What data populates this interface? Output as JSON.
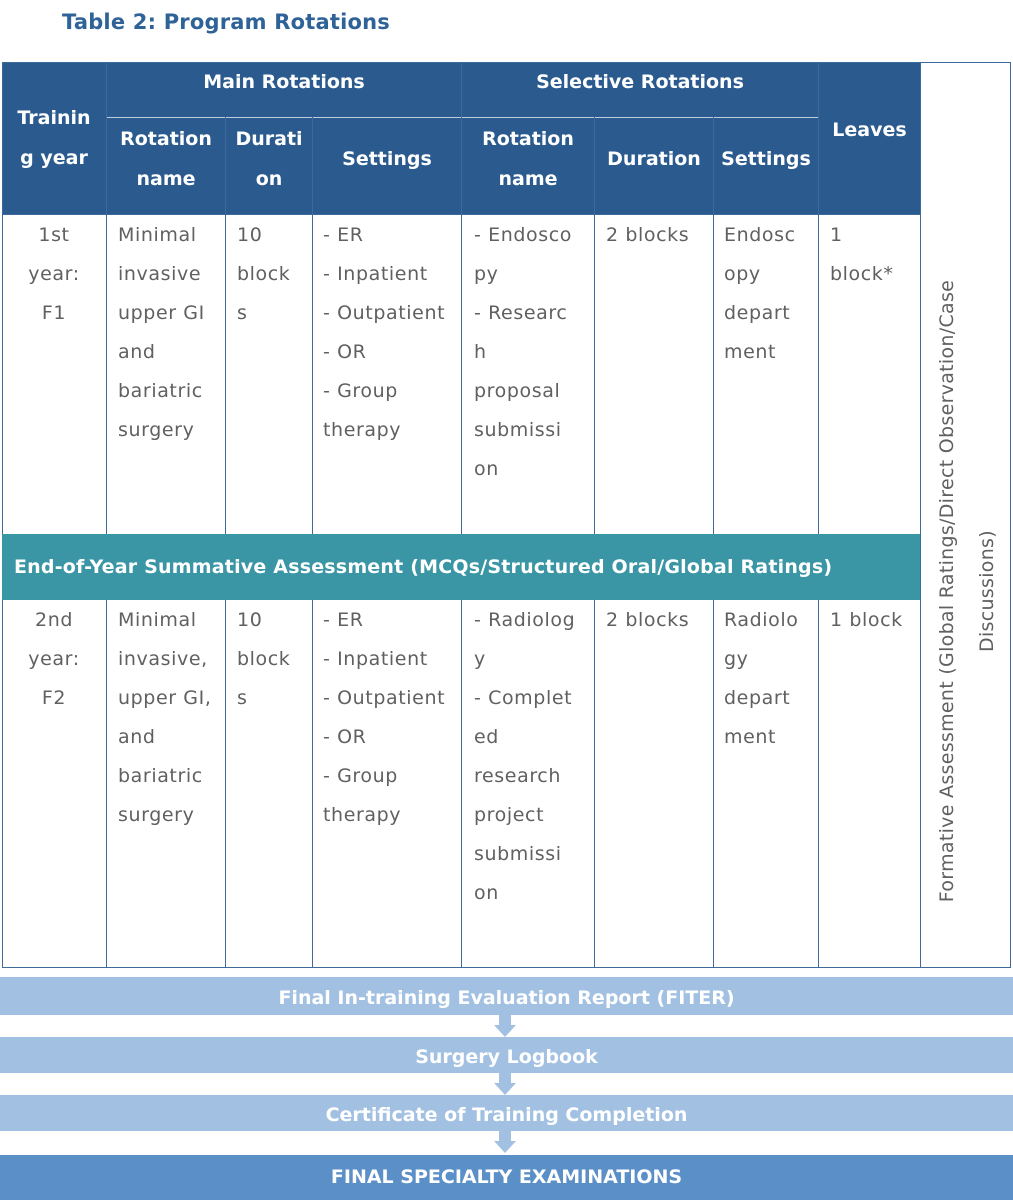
{
  "title": "Table 2: Program Rotations",
  "header": {
    "training_year": "Trainin\ng year",
    "main_rotations": "Main Rotations",
    "selective_rotations": "Selective Rotations",
    "leaves": "Leaves",
    "main_rotation_name": "Rotation\nname",
    "main_duration": "Durati\non",
    "main_settings": "Settings",
    "sel_rotation_name": "Rotation\nname",
    "sel_duration": "Duration",
    "sel_settings": "Settings"
  },
  "rows": [
    {
      "year": "1st\nyear:\nF1",
      "rotation": "Minimal\ninvasive\nupper GI\nand\nbariatric\nsurgery",
      "duration": "10\nblock\ns",
      "settings": "- ER\n- Inpatient\n- Outpatient\n- OR\n- Group\n  therapy",
      "sel_rotation": "- Endosco\n  py\n- Researc\n  h\n  proposal\n  submissi\n  on",
      "sel_duration": "2 blocks",
      "sel_settings": "Endosc\nopy\ndepart\nment",
      "leaves": "1\nblock*"
    },
    {
      "year": "2nd\nyear:\nF2",
      "rotation": "Minimal\ninvasive,\nupper GI,\nand\nbariatric\nsurgery",
      "duration": "10\nblock\ns",
      "settings": "- ER\n- Inpatient\n- Outpatient\n- OR\n- Group\n  therapy",
      "sel_rotation": "- Radiolog\n  y\n- Complet\n  ed\n  research\n  project\n  submissi\n  on",
      "sel_duration": "2 blocks",
      "sel_settings": "Radiolo\ngy\ndepart\nment",
      "leaves": "1 block"
    }
  ],
  "summative_band": "End-of-Year Summative Assessment (MCQs/Structured Oral/Global Ratings)",
  "formative": "Formative Assessment (Global Ratings/Direct Observation/Case Discussions)",
  "flow": [
    "Final In-training Evaluation Report (FITER)",
    "Surgery Logbook",
    "Certificate of Training Completion",
    "FINAL SPECIALTY EXAMINATIONS"
  ],
  "colors": {
    "header_bg": "#2b5b8e",
    "band_bg": "#3a96a5",
    "flow_light": "#a2c0e1",
    "flow_dark": "#5b8fc7",
    "title": "#2f6297"
  }
}
